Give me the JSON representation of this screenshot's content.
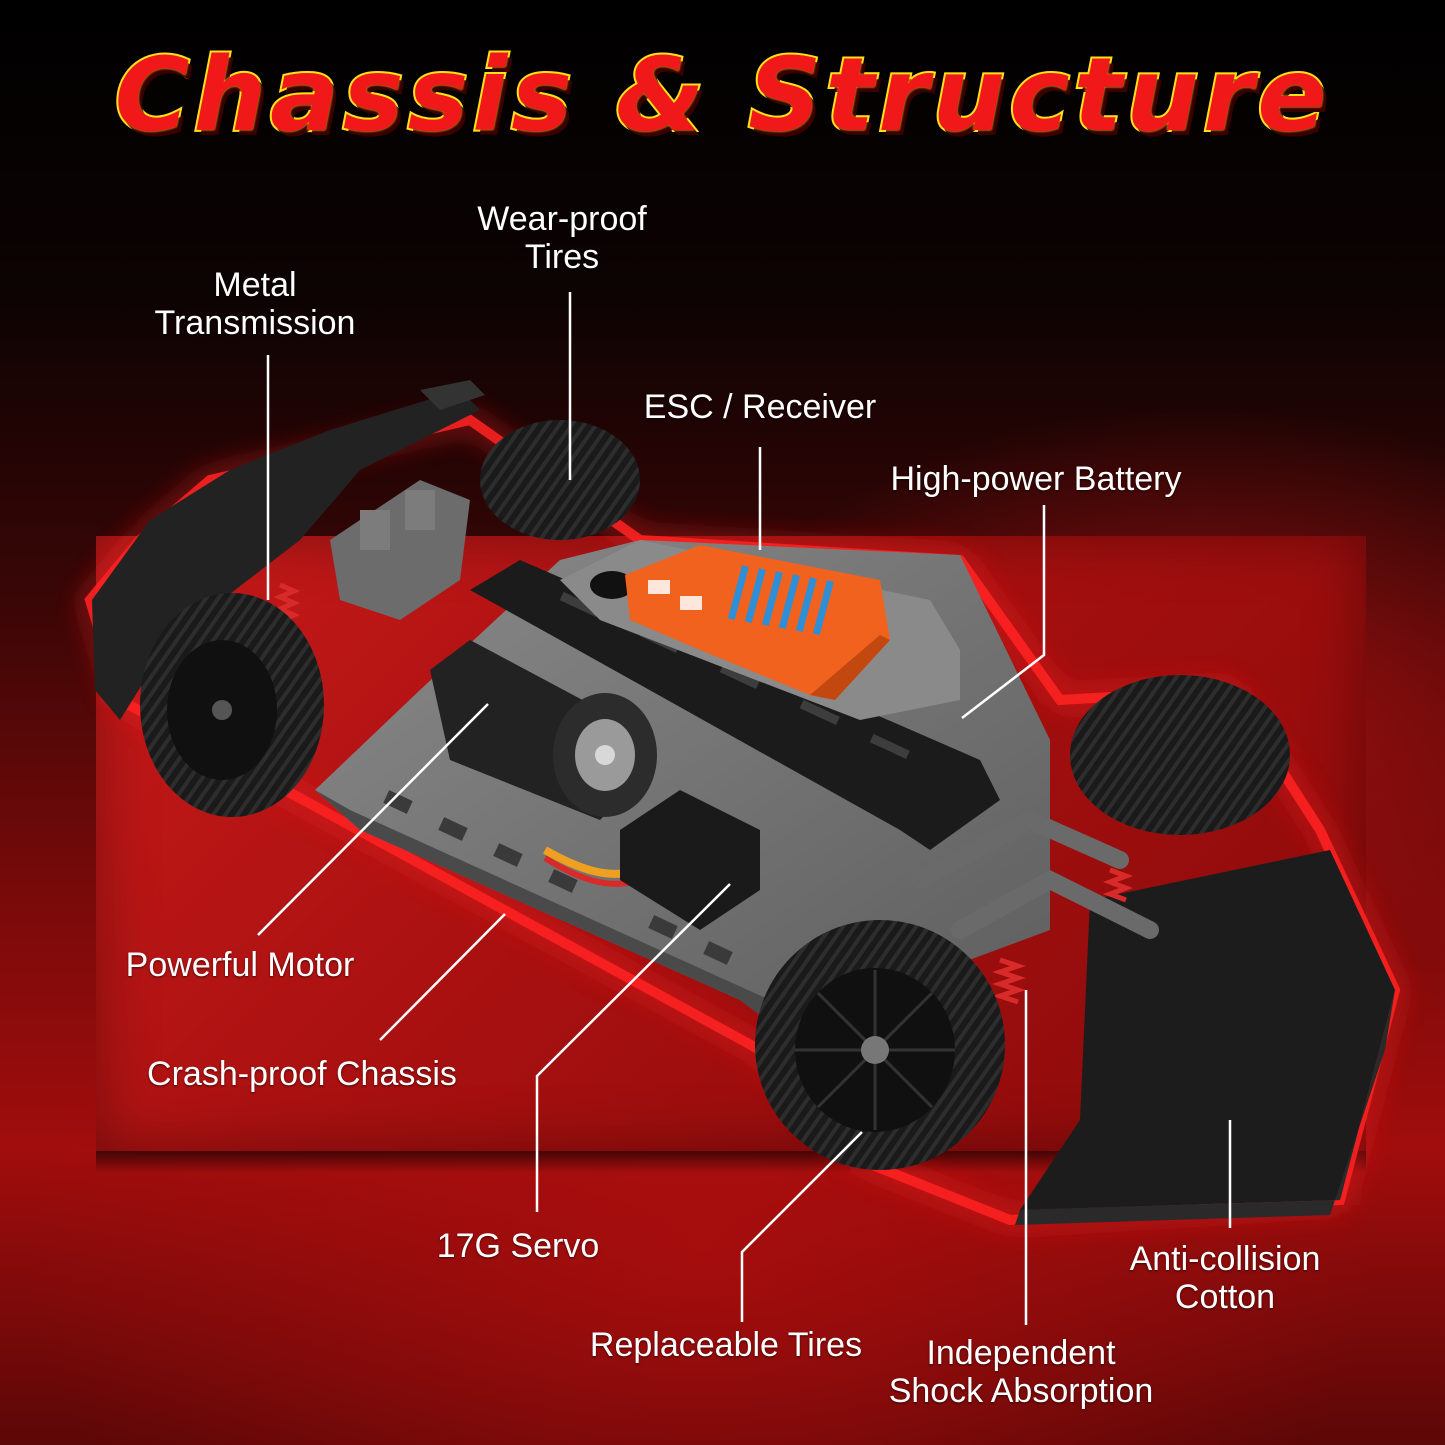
{
  "title": "Chassis & Structure",
  "labels": {
    "metal_transmission": [
      "Metal",
      "Transmission"
    ],
    "wear_proof_tires": [
      "Wear-proof",
      "Tires"
    ],
    "esc_receiver": "ESC / Receiver",
    "high_power_battery": "High-power Battery",
    "powerful_motor": "Powerful Motor",
    "crash_proof_chassis": "Crash-proof Chassis",
    "servo": "17G Servo",
    "replaceable_tires": "Replaceable Tires",
    "shock_absorption": [
      "Independent",
      "Shock Absorption"
    ],
    "anti_collision": [
      "Anti-collision",
      "Cotton"
    ]
  },
  "colors": {
    "title_fill": "#f01818",
    "title_outline": "#ffe21a",
    "panel_red": "#c71a1a",
    "esc_orange": "#f0621e",
    "heatsink_blue": "#2f8fd6",
    "spring_red": "#d92a2a"
  }
}
